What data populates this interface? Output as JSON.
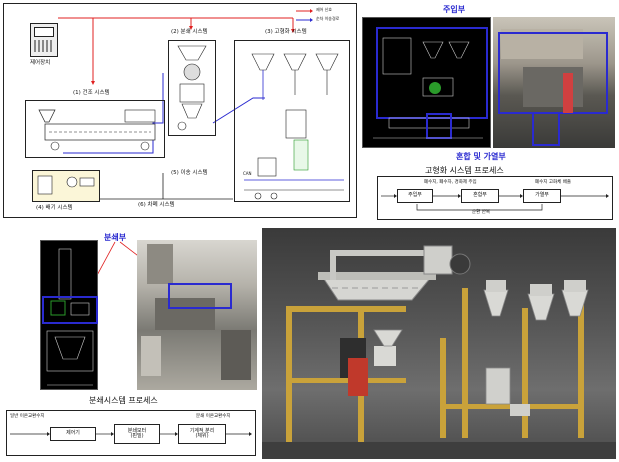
{
  "schematic": {
    "legend": [
      "제어 신호",
      "순차 이송경로"
    ],
    "control": "제어장치",
    "sys1": "(1) 건조 시스템",
    "sys2": "(2) 분쇄 시스템",
    "sys3": "(3) 고형화 시스템",
    "sys4": "(4) 배기 시스템",
    "sys5": "(5) 이송 시스템",
    "sys6": "(6) 차폐 시스템",
    "can": "CAN"
  },
  "solid": {
    "inject_label": "주입부",
    "mix_label": "혼합 및 가열부",
    "process_title": "고형화 시스템 프로세스",
    "flow_note": "폐수지, 폐수자, 경화제 주입",
    "right_note": "폐수지 고화체 배출",
    "box1": "주입부",
    "box2": "혼합부",
    "box3": "가열부",
    "loop": "순환 반복"
  },
  "crush": {
    "label": "분쇄부",
    "process_title": "분쇄시스템 프로세스",
    "left_note": "일반 이온교환수지",
    "right_note": "분쇄 이온교환수지",
    "box1": "제어기",
    "box2": "분쇄모터\n(핀밀)",
    "box3": "기계적 분리\n(체위)"
  },
  "colors": {
    "accent_blue": "#2a2ad0",
    "red": "#e02020"
  }
}
